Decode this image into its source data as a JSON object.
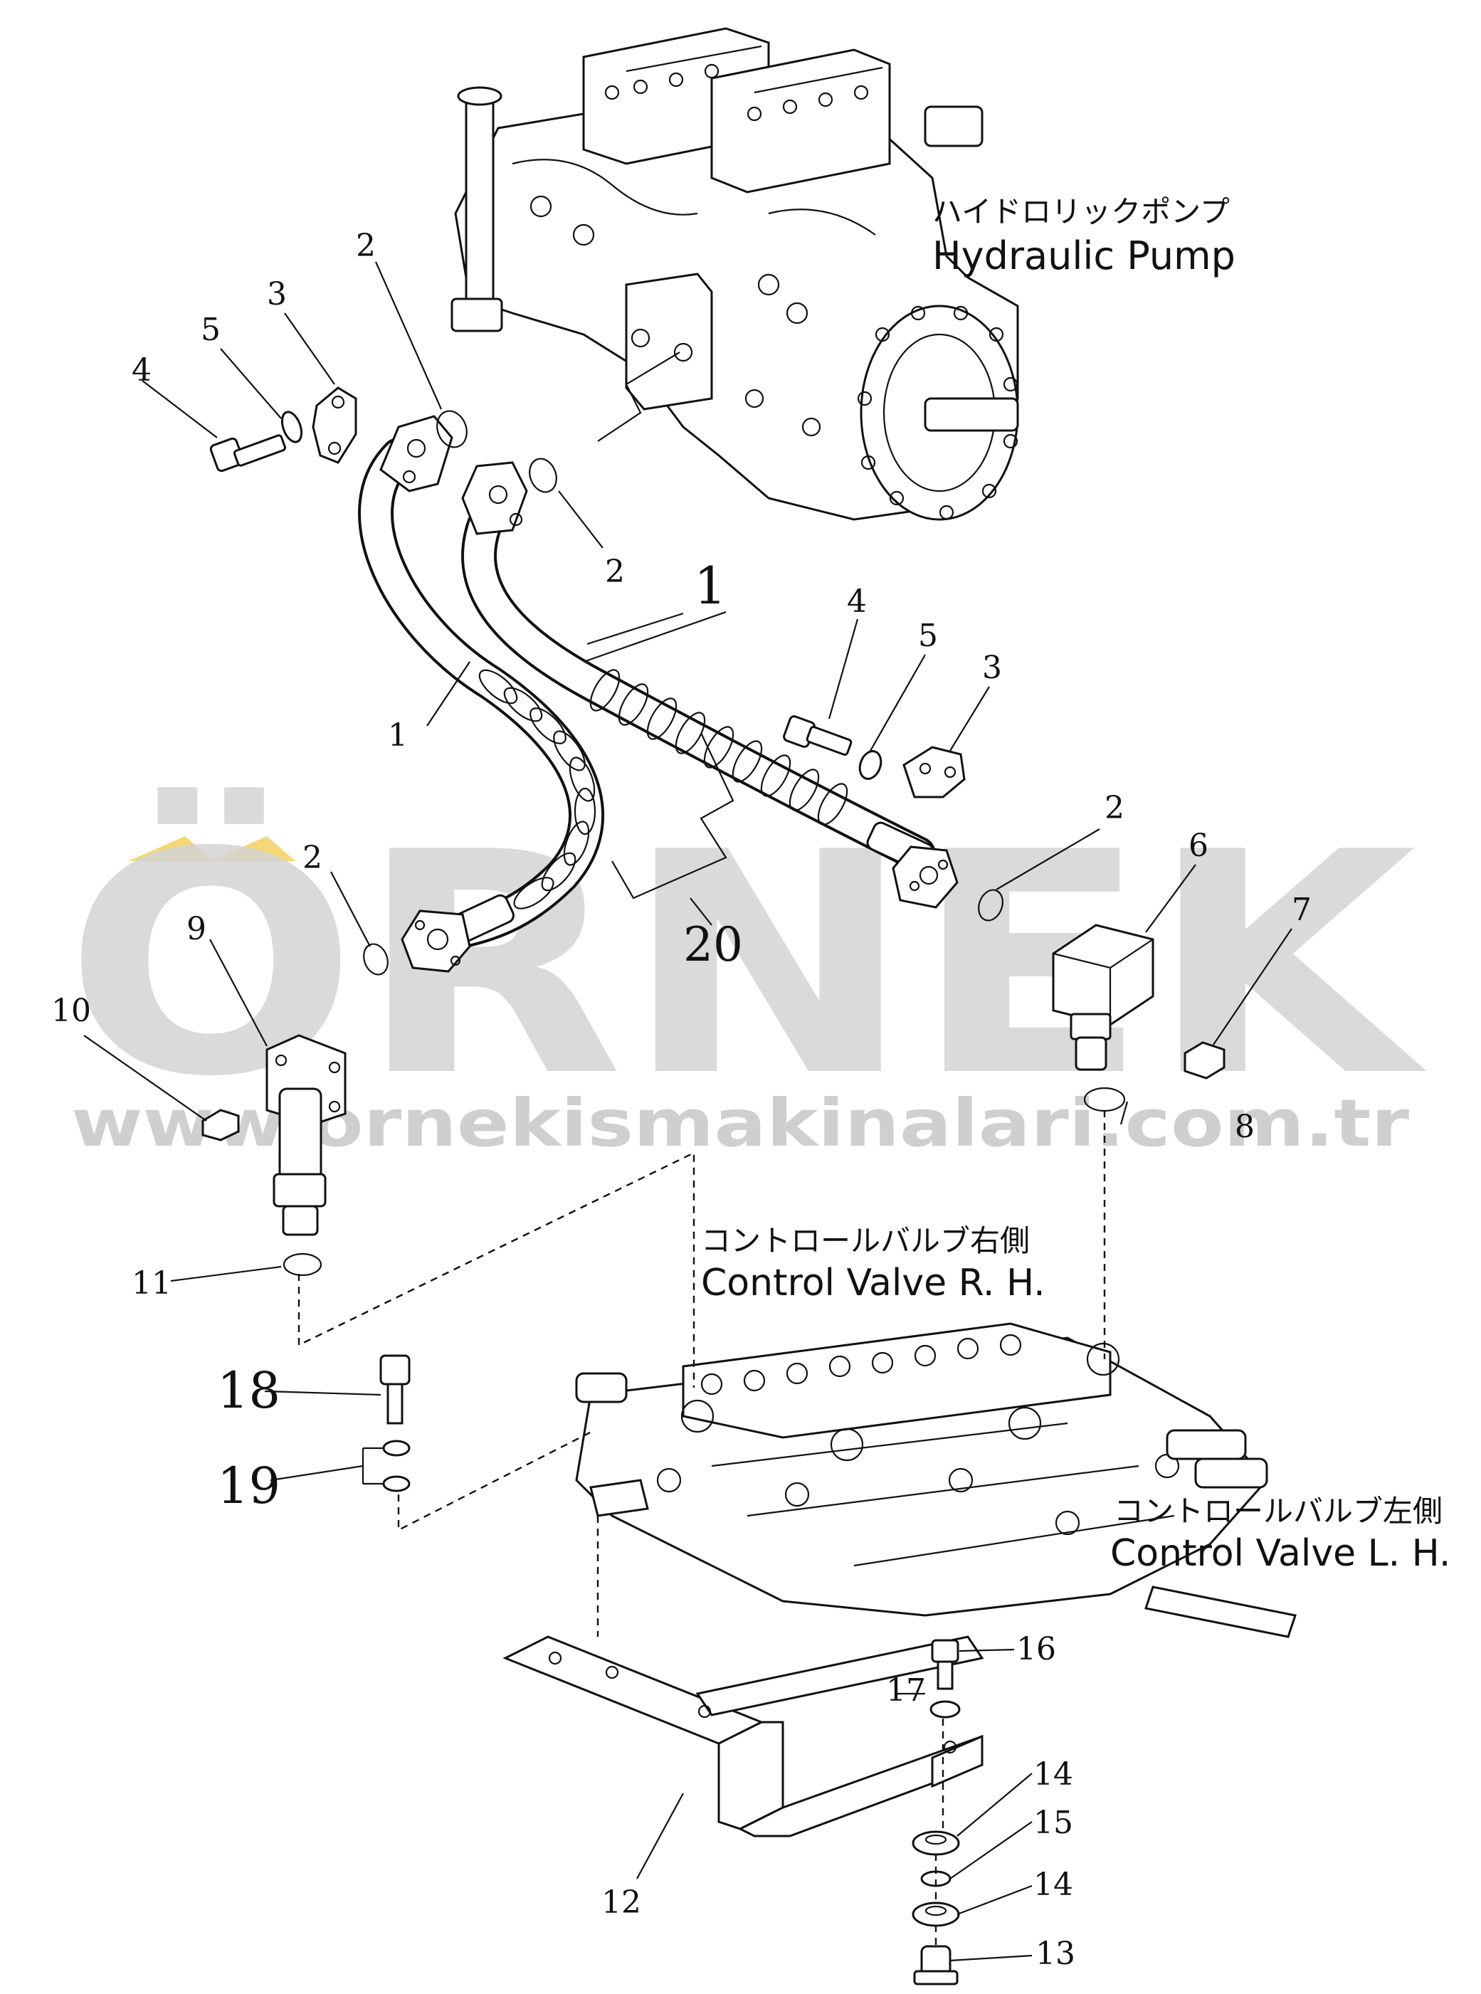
{
  "watermark": {
    "text": "ÖRNEK",
    "url": "www.ornekismakinalari.com.tr",
    "accent_color": "#f5d777",
    "gray_color": "#d4d4d4"
  },
  "captions": {
    "pump_jp": "ハイドロリックポンプ",
    "pump_en": "Hydraulic Pump",
    "cv_rh_jp": "コントロールバルブ右側",
    "cv_rh_en": "Control Valve R. H.",
    "cv_lh_jp": "コントロールバルブ左側",
    "cv_lh_en": "Control Valve L. H."
  },
  "callouts": {
    "hose_upper": "1",
    "hose_lower": "1",
    "oring_a": "2",
    "oring_b": "2",
    "oring_c": "2",
    "oring_d": "2",
    "clamp_a": "3",
    "clamp_b": "3",
    "bolt_a": "4",
    "bolt_b": "4",
    "washer_a": "5",
    "washer_b": "5",
    "elbow_right": "6",
    "plug_right": "7",
    "oring_right": "8",
    "elbow_left": "9",
    "plug_left": "10",
    "oring_left": "11",
    "bracket": "12",
    "mount_bolt": "13",
    "cushion_a": "14",
    "cushion_b": "14",
    "collar": "15",
    "bolt_16": "16",
    "washer_17": "17",
    "bolt_18": "18",
    "washer_19": "19",
    "hose_set": "20"
  }
}
